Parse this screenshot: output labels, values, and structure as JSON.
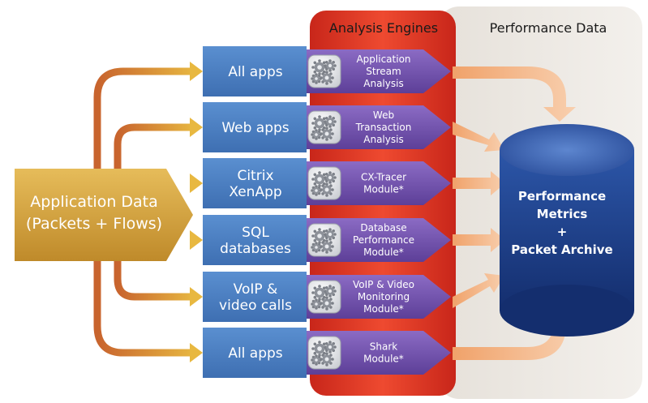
{
  "columns": {
    "analysis_engines": "Analysis Engines",
    "performance_data": "Performance Data"
  },
  "source": {
    "line1": "Application Data",
    "line2": "(Packets + Flows)"
  },
  "rows": [
    {
      "category": [
        "All apps"
      ],
      "engine": [
        "Application",
        "Stream",
        "Analysis"
      ]
    },
    {
      "category": [
        "Web apps"
      ],
      "engine": [
        "Web",
        "Transaction",
        "Analysis"
      ]
    },
    {
      "category": [
        "Citrix",
        "XenApp"
      ],
      "engine": [
        "CX-Tracer",
        "Module*"
      ]
    },
    {
      "category": [
        "SQL",
        "databases"
      ],
      "engine": [
        "Database",
        "Performance",
        "Module*"
      ]
    },
    {
      "category": [
        "VoIP &",
        "video calls"
      ],
      "engine": [
        "VoIP & Video",
        "Monitoring",
        "Module*"
      ]
    },
    {
      "category": [
        "All apps"
      ],
      "engine": [
        "Shark",
        "Module*"
      ]
    }
  ],
  "storage": {
    "line1": "Performance",
    "line2": "Metrics",
    "line3": "+",
    "line4": "Packet Archive"
  },
  "icons": {
    "engine": "gears-icon",
    "storage": "database-cylinder"
  },
  "colors": {
    "analysis_panel": "#e03a26",
    "performance_panel": "#ece8e2",
    "category_box": "#4b7fc1",
    "engine_arrow": "#7a57b4",
    "source_arrow": "#d4a43a",
    "output_arrow": "#f3b283",
    "cylinder": "#1f3f8e"
  }
}
